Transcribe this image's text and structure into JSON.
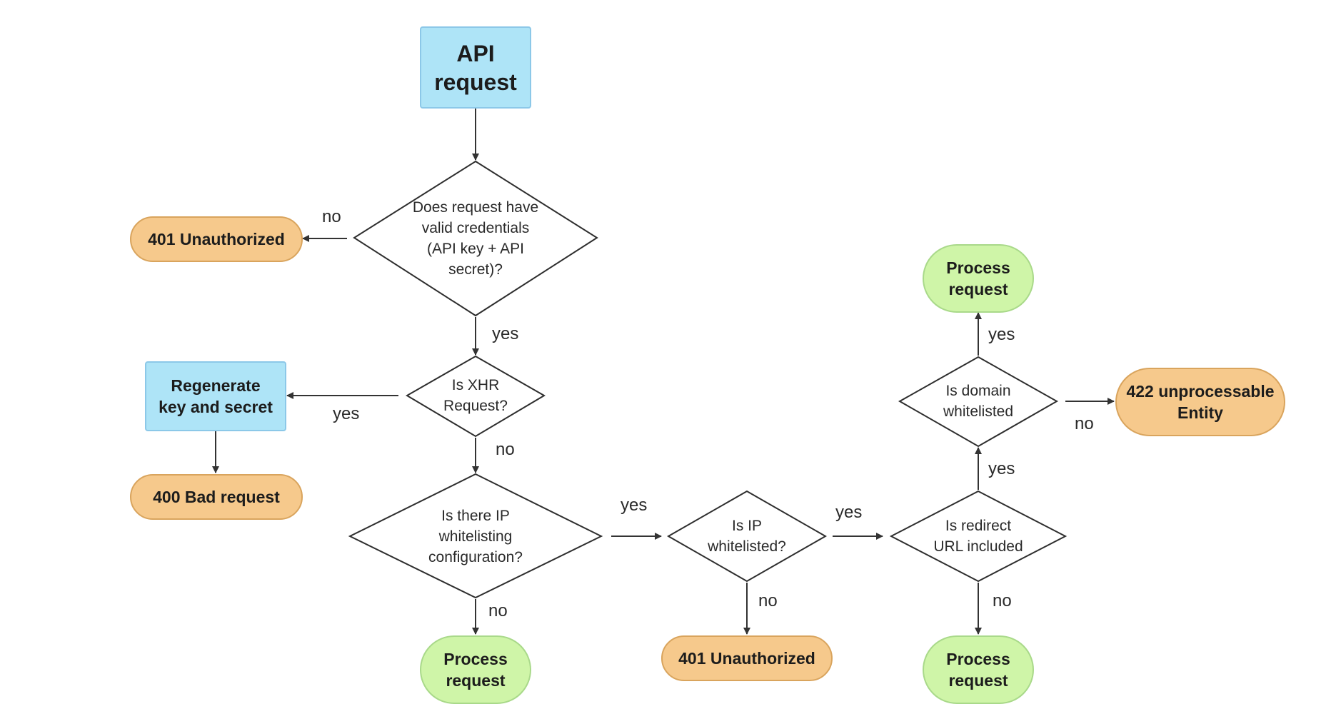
{
  "nodes": {
    "api_request": "API\nrequest",
    "check_credentials": "Does request have\nvalid credentials\n(API key + API\nsecret)?",
    "unauthorized_1": "401 Unauthorized",
    "is_xhr": "Is XHR\nRequest?",
    "regenerate": "Regenerate\nkey and secret",
    "bad_request": "400 Bad request",
    "ip_config": "Is there IP\nwhitelisting\nconfiguration?",
    "process_1": "Process\nrequest",
    "ip_whitelisted": "Is IP\nwhitelisted?",
    "unauthorized_2": "401 Unauthorized",
    "redirect_included": "Is redirect\nURL included",
    "process_2": "Process\nrequest",
    "domain_whitelisted": "Is domain\nwhitelisted",
    "process_3": "Process\nrequest",
    "unprocessable": "422 unprocessable\nEntity"
  },
  "edges": {
    "credentials_no": "no",
    "credentials_yes": "yes",
    "xhr_yes": "yes",
    "xhr_no": "no",
    "ipconfig_yes": "yes",
    "ipconfig_no": "no",
    "ipwhite_yes": "yes",
    "ipwhite_no": "no",
    "redirect_yes": "yes",
    "redirect_no": "no",
    "domain_yes": "yes",
    "domain_no": "no"
  },
  "colors": {
    "start_fill": "#aee4f7",
    "error_fill": "#f6c98c",
    "success_fill": "#cff5a8",
    "line": "#333333"
  }
}
